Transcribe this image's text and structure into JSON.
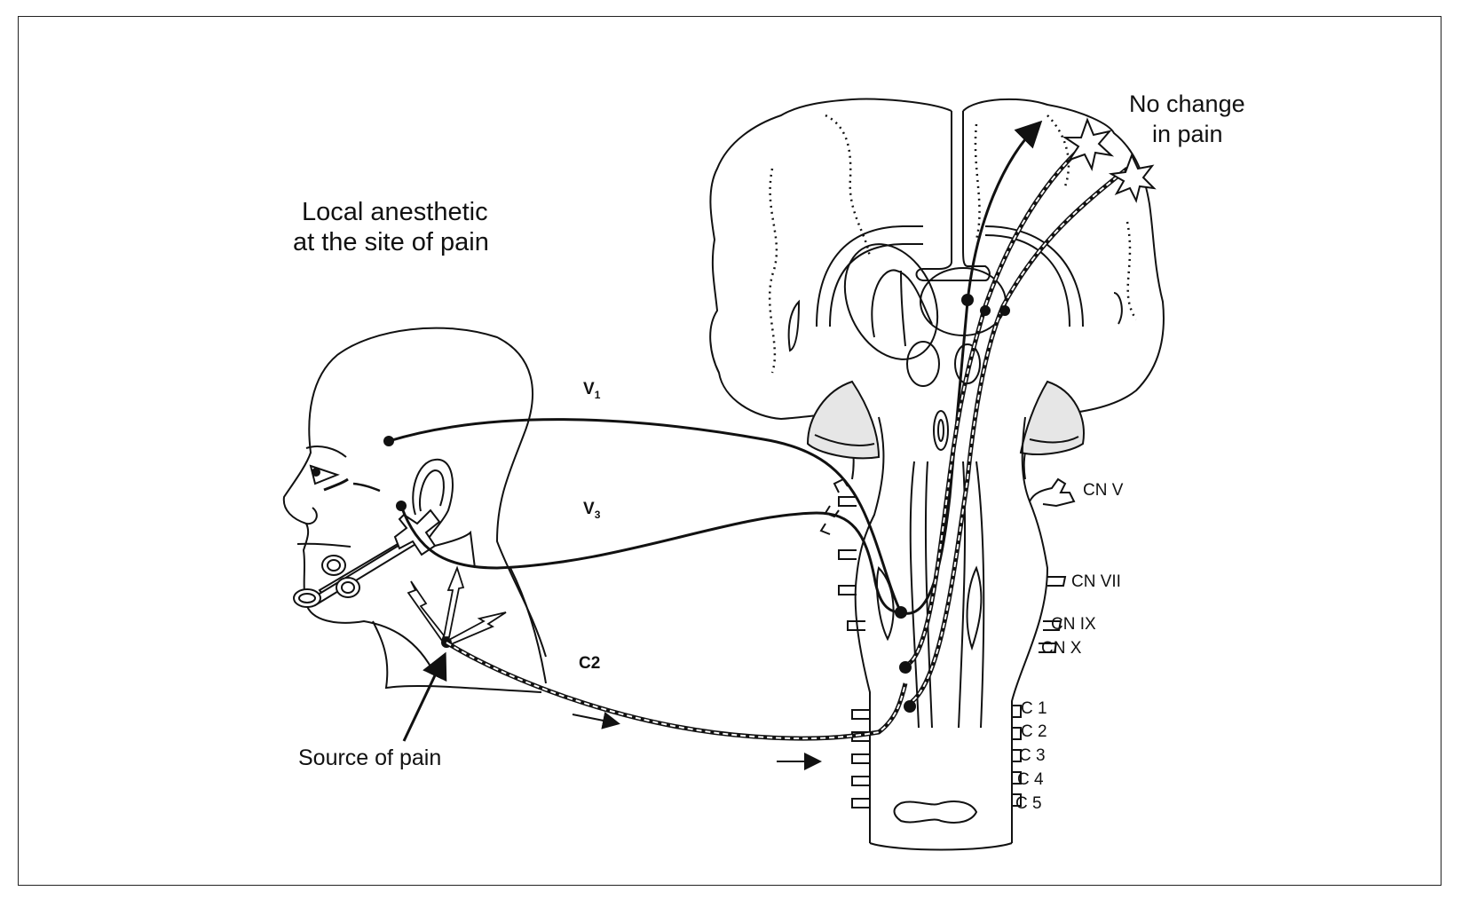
{
  "figure": {
    "title_line1": "Local anesthetic",
    "title_line2": "at the site of pain",
    "outcome_line1": "No change",
    "outcome_line2": "in pain",
    "source_label": "Source of pain",
    "nerves": {
      "v1": {
        "letter": "V",
        "sub": "1"
      },
      "v3": {
        "letter": "V",
        "sub": "3"
      },
      "c2": "C2"
    },
    "cranial_nerves": [
      "CN V",
      "CN VII",
      "CN IX",
      "CN X"
    ],
    "cervical_segments": [
      "C 1",
      "C 2",
      "C 3",
      "C 4",
      "C 5"
    ]
  },
  "colors": {
    "ink": "#111111",
    "background": "#ffffff",
    "shade": "#e6e6e6"
  }
}
